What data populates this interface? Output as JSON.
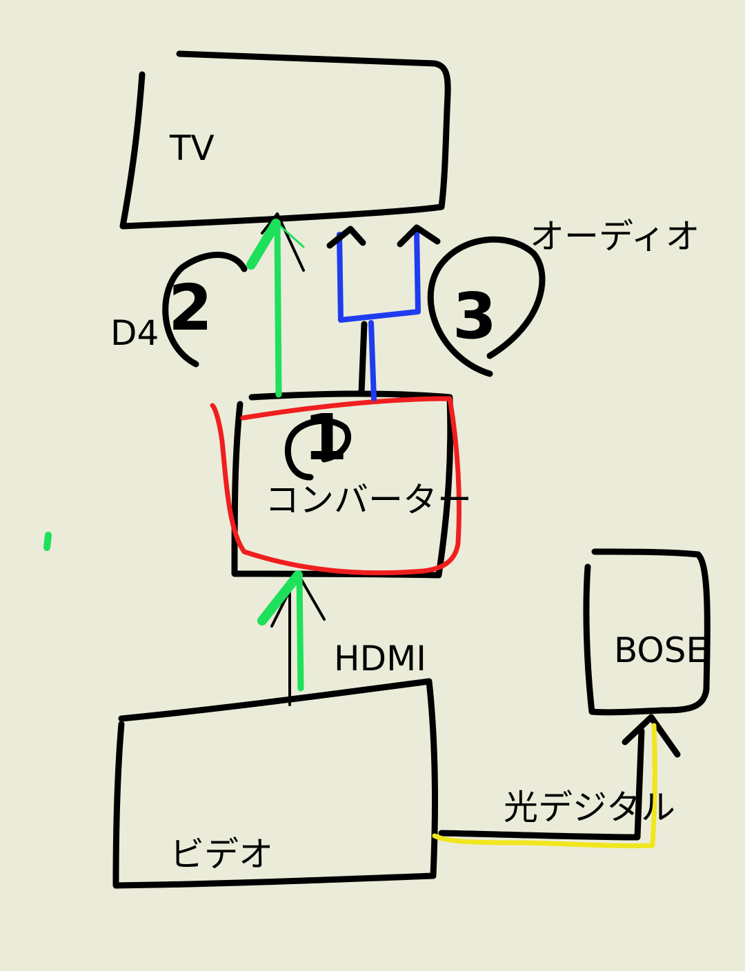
{
  "nodes": {
    "tv": "TV",
    "converter": "コンバーター",
    "video": "ビデオ",
    "bose": "BOSE"
  },
  "edges": {
    "d4": "D4",
    "audio": "オーディオ",
    "hdmi": "HDMI",
    "optical": "光デジタル"
  },
  "steps": {
    "converter_step": "1",
    "d4_step": "2",
    "audio_step": "3"
  },
  "colors": {
    "green": "#1ee05a",
    "blue": "#1e3cf0",
    "red": "#f01e1e",
    "yellow": "#f0e61e",
    "background": "#ebebd9"
  }
}
